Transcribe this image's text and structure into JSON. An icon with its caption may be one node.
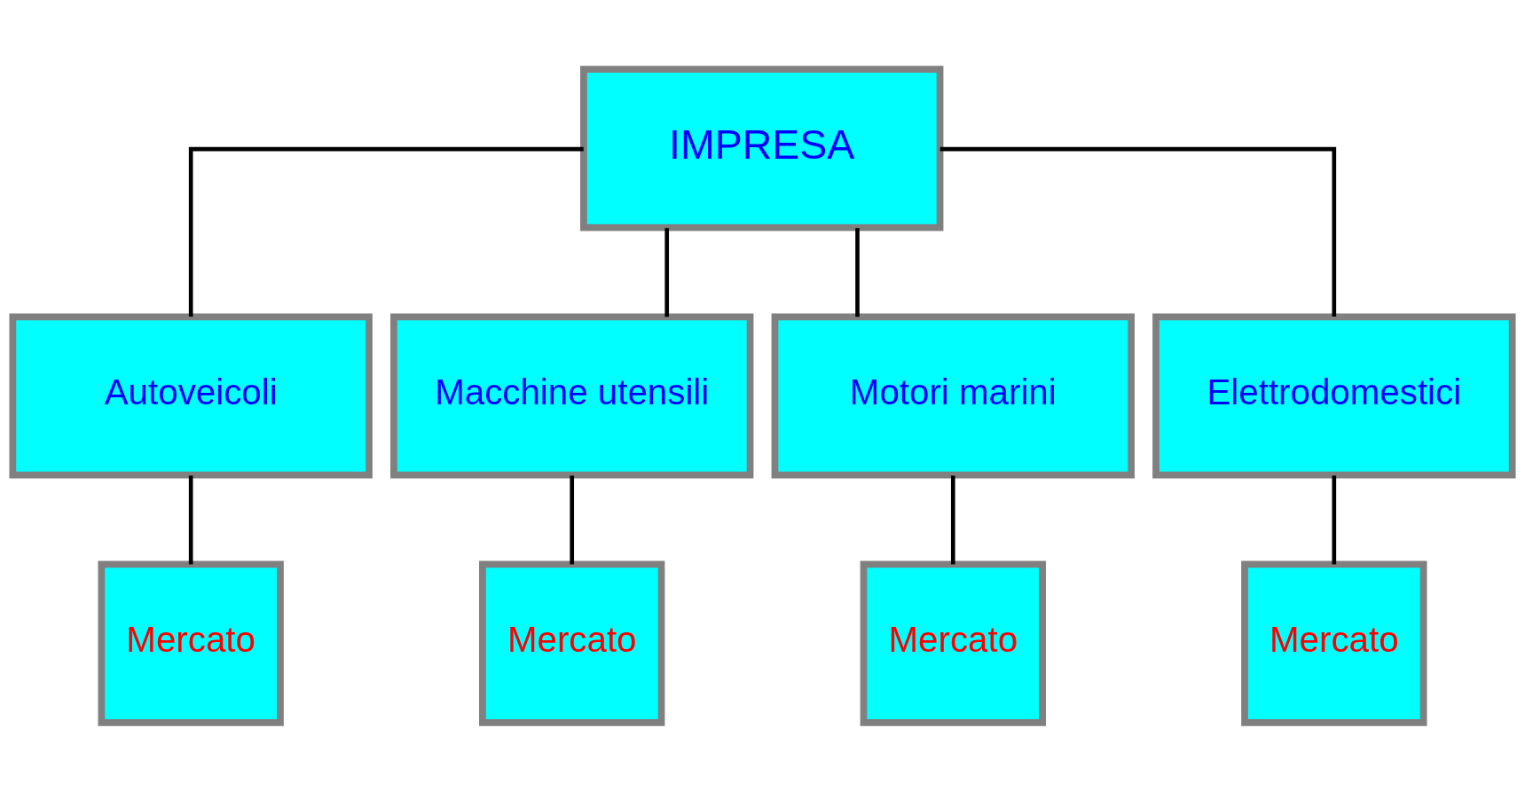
{
  "diagram": {
    "nodes": [
      {
        "text": [
          "IMPRESA"
        ]
      },
      {
        "text": [
          "Autoveicoli"
        ]
      },
      {
        "text": [
          "Macchine utensili"
        ]
      },
      {
        "text": [
          "Motori marini"
        ]
      },
      {
        "text": [
          "Elettrodomestici"
        ]
      },
      {
        "text": [
          "Mercato"
        ]
      },
      {
        "text": [
          "Mercato"
        ]
      },
      {
        "text": [
          "Mercato"
        ]
      },
      {
        "text": [
          "Mercato"
        ]
      }
    ],
    "edges": [
      {
        "from": 0,
        "to": 1,
        "arrow": "none"
      },
      {
        "from": 0,
        "to": 2,
        "arrow": "none"
      },
      {
        "from": 0,
        "to": 3,
        "arrow": "none"
      },
      {
        "from": 0,
        "to": 4,
        "arrow": "none"
      },
      {
        "from": 1,
        "to": 5,
        "arrow": "none"
      },
      {
        "from": 2,
        "to": 6,
        "arrow": "none"
      },
      {
        "from": 3,
        "to": 7,
        "arrow": "none"
      },
      {
        "from": 4,
        "to": 8,
        "arrow": "none"
      }
    ]
  }
}
